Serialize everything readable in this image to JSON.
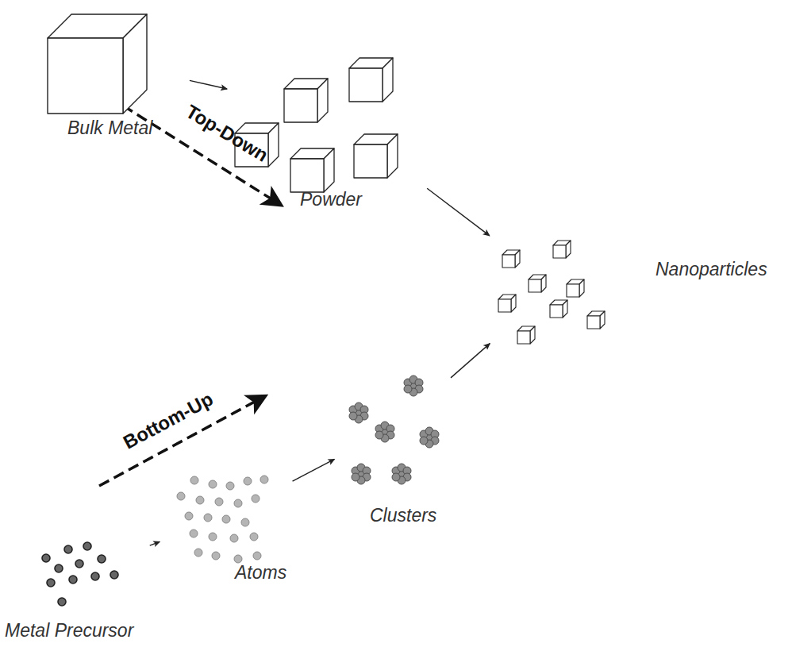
{
  "diagram": {
    "nodes": [
      {
        "text": [
          "Bulk Metal"
        ]
      },
      {
        "text": [
          "Powder"
        ]
      },
      {
        "text": [
          "Nanoparticles"
        ]
      },
      {
        "text": [
          "Metal Precursor"
        ]
      },
      {
        "text": [
          "Atoms"
        ]
      },
      {
        "text": [
          "Clusters"
        ]
      }
    ],
    "edges": [
      {
        "from": 0,
        "to": 1,
        "arrow": "to"
      },
      {
        "from": 1,
        "to": 2,
        "arrow": "to"
      },
      {
        "from": 3,
        "to": 4,
        "arrow": "to"
      },
      {
        "from": 4,
        "to": 5,
        "arrow": "to"
      },
      {
        "from": 5,
        "to": 2,
        "arrow": "to"
      }
    ],
    "labels": [
      "Top-Down",
      "Bottom-Up"
    ]
  }
}
